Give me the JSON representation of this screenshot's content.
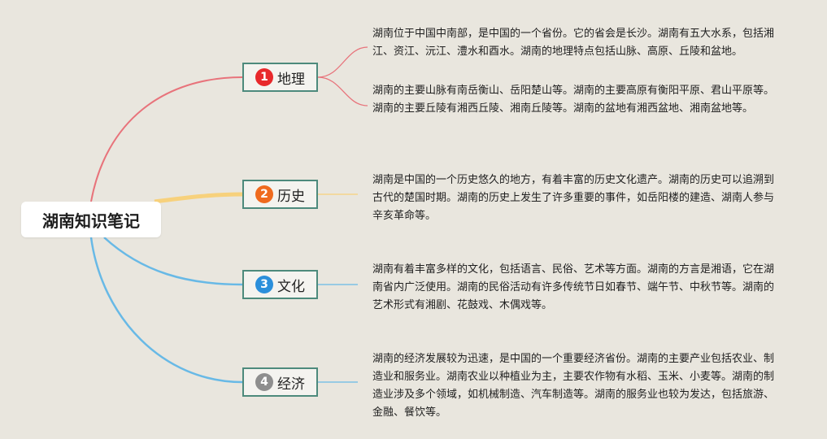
{
  "root": {
    "title": "湖南知识笔记"
  },
  "topics": [
    {
      "number": "1",
      "label": "地理",
      "color": "#e8292c",
      "branch_color": "#e8737b"
    },
    {
      "number": "2",
      "label": "历史",
      "color": "#ef6a1e",
      "branch_color": "#f7d17c"
    },
    {
      "number": "3",
      "label": "文化",
      "color": "#2b8fdb",
      "branch_color": "#68b9e6"
    },
    {
      "number": "4",
      "label": "经济",
      "color": "#8e8e8e",
      "branch_color": "#68b9e6"
    }
  ],
  "notes": {
    "geography_1": "湖南位于中国中南部，是中国的一个省份。它的省会是长沙。湖南有五大水系，包括湘江、资江、沅江、澧水和酉水。湖南的地理特点包括山脉、高原、丘陵和盆地。",
    "geography_2": "湖南的主要山脉有南岳衡山、岳阳楚山等。湖南的主要高原有衡阳平原、君山平原等。湖南的主要丘陵有湘西丘陵、湘南丘陵等。湖南的盆地有湘西盆地、湘南盆地等。",
    "history": "湖南是中国的一个历史悠久的地方，有着丰富的历史文化遗产。湖南的历史可以追溯到古代的楚国时期。湖南的历史上发生了许多重要的事件，如岳阳楼的建造、湖南人参与辛亥革命等。",
    "culture": "湖南有着丰富多样的文化，包括语言、民俗、艺术等方面。湖南的方言是湘语，它在湖南省内广泛使用。湖南的民俗活动有许多传统节日如春节、端午节、中秋节等。湖南的艺术形式有湘剧、花鼓戏、木偶戏等。",
    "economy": "湖南的经济发展较为迅速，是中国的一个重要经济省份。湖南的主要产业包括农业、制造业和服务业。湖南农业以种植业为主，主要农作物有水稻、玉米、小麦等。湖南的制造业涉及多个领域，如机械制造、汽车制造等。湖南的服务业也较为发达，包括旅游、金融、餐饮等。"
  }
}
